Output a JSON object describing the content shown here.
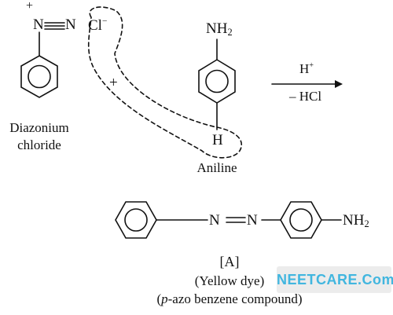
{
  "reactants": {
    "diazonium": {
      "charge": "+",
      "n_left": "N",
      "n_right": "N",
      "counter_ion": "Cl",
      "counter_charge": "−",
      "name_line1": "Diazonium",
      "name_line2": "chloride"
    },
    "plus": "+",
    "aniline": {
      "group_main": "NH",
      "group_sub": "2",
      "para_h": "H",
      "name": "Aniline"
    }
  },
  "conditions": {
    "catalyst_main": "H",
    "catalyst_sup": "+",
    "elimination": "– HCl"
  },
  "product": {
    "n1": "N",
    "n2": "N",
    "group_main": "NH",
    "group_sub": "2",
    "code": "[A]",
    "description": "(Yellow dye)",
    "name_open": "(",
    "name_italic": "p",
    "name_rest": "-azo benzene compound)"
  },
  "watermark": "NEETCARE.Com"
}
